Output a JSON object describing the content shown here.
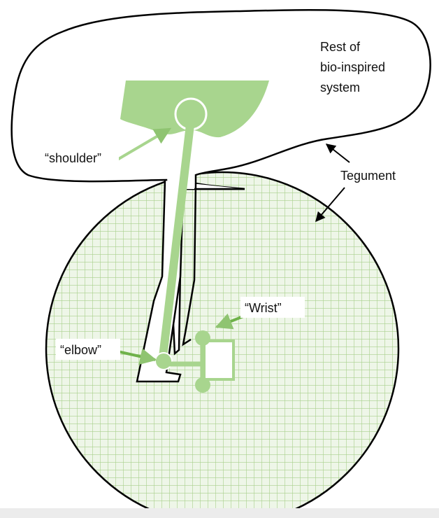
{
  "labels": {
    "rest_line1": "Rest of",
    "rest_line2": "bio-inspired",
    "rest_line3": "system",
    "tegument": "Tegument",
    "shoulder": "“shoulder”",
    "elbow": "“elbow”",
    "wrist": "“Wrist”"
  },
  "colors": {
    "outline": "#000000",
    "limb_green": "#a8d58e",
    "grid_green": "#a8d08c",
    "circle_fill": "#eef6e8",
    "label_bg": "#ffffff"
  }
}
